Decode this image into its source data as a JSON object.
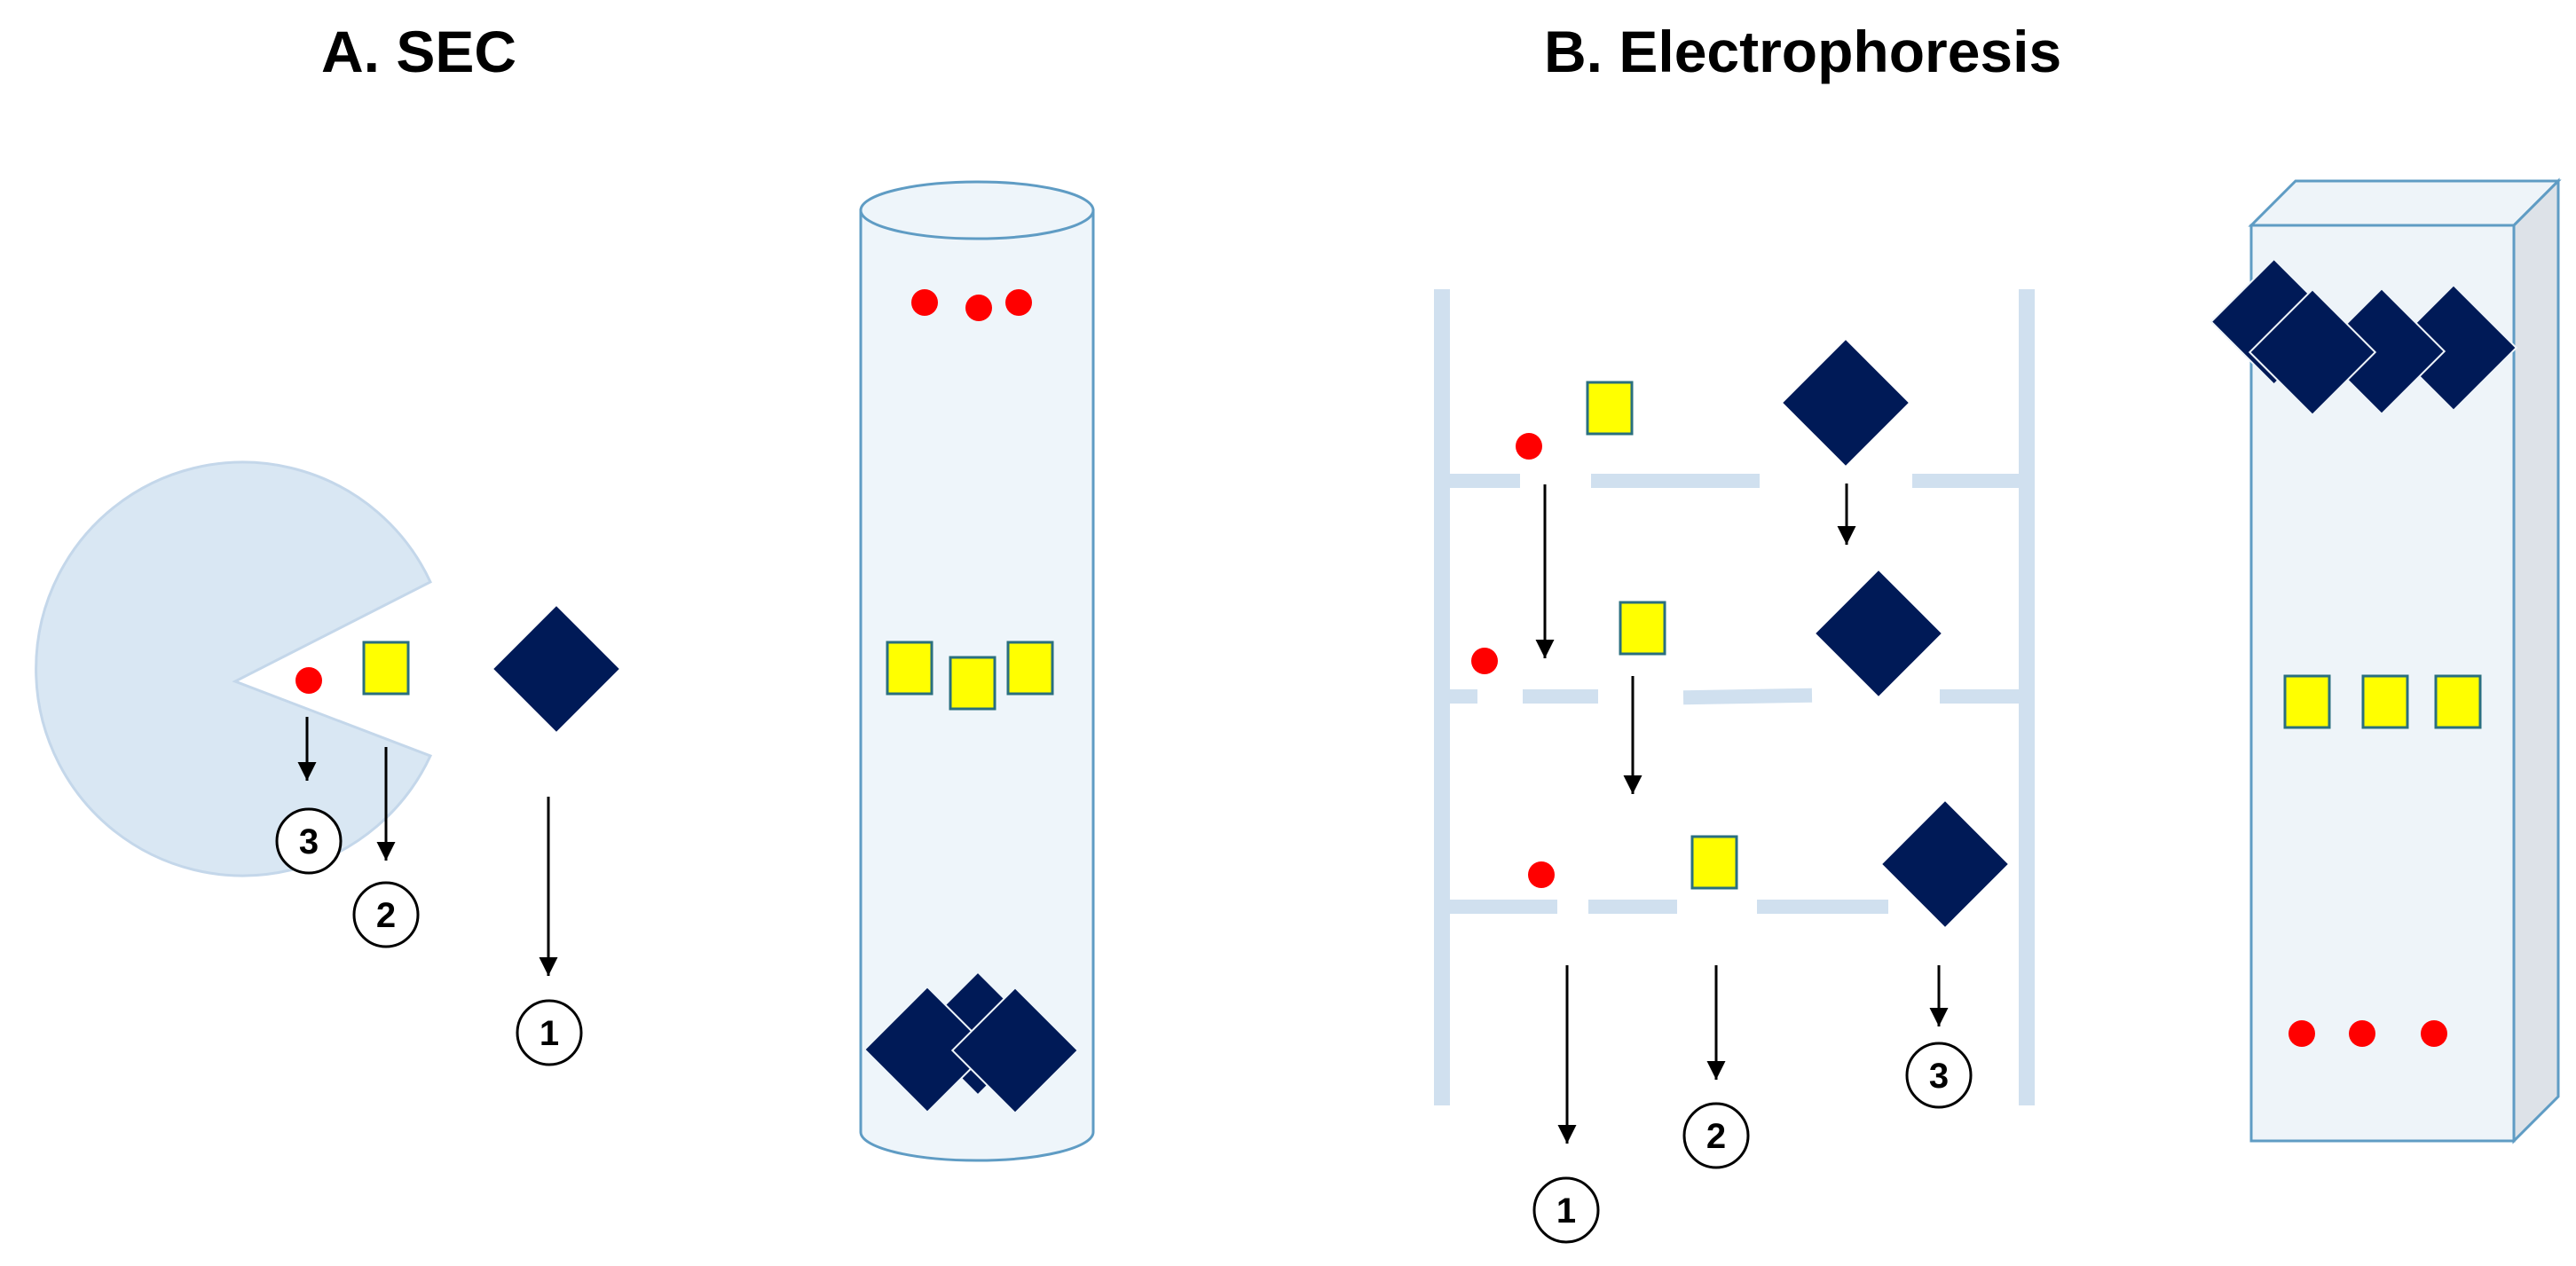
{
  "panels": {
    "sec": {
      "title": "A. SEC"
    },
    "electrophoresis": {
      "title": "B. Electrophoresis"
    }
  },
  "labels": {
    "one": "1",
    "two": "2",
    "three": "3"
  },
  "colors": {
    "background": "#ffffff",
    "large_molecule": "#001a57",
    "medium_molecule": "#ffff00",
    "medium_molecule_border": "#2a6f7f",
    "small_molecule": "#ff0000",
    "bead_fill": "#d9e7f3",
    "bead_stroke": "#c4d7ea",
    "column_fill": "#eef5fa",
    "column_stroke": "#5f9cc4",
    "gel_mesh": "#d0e0ef",
    "gel_front": "#eef4f9",
    "gel_side": "#dde2e8",
    "arrow": "#000000"
  }
}
